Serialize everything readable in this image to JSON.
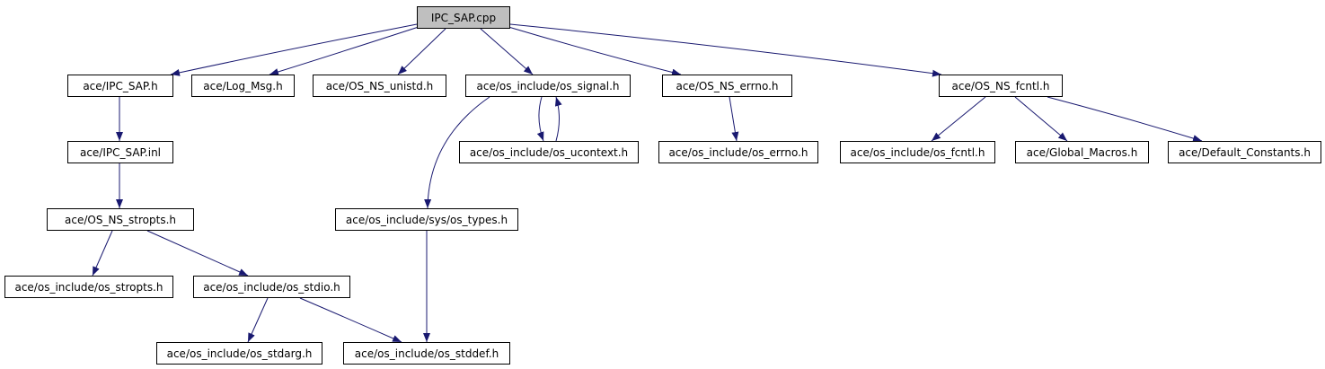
{
  "graph": {
    "root": "IPC_SAP.cpp",
    "nodes": [
      {
        "id": "root",
        "label": "IPC_SAP.cpp",
        "is_root": true
      },
      {
        "id": "n1",
        "label": "ace/IPC_SAP.h"
      },
      {
        "id": "n2",
        "label": "ace/Log_Msg.h"
      },
      {
        "id": "n3",
        "label": "ace/OS_NS_unistd.h"
      },
      {
        "id": "n4",
        "label": "ace/os_include/os_signal.h"
      },
      {
        "id": "n5",
        "label": "ace/OS_NS_errno.h"
      },
      {
        "id": "n6",
        "label": "ace/OS_NS_fcntl.h"
      },
      {
        "id": "n7",
        "label": "ace/IPC_SAP.inl"
      },
      {
        "id": "n8",
        "label": "ace/os_include/os_ucontext.h"
      },
      {
        "id": "n9",
        "label": "ace/os_include/os_errno.h"
      },
      {
        "id": "n10",
        "label": "ace/os_include/os_fcntl.h"
      },
      {
        "id": "n11",
        "label": "ace/Global_Macros.h"
      },
      {
        "id": "n12",
        "label": "ace/Default_Constants.h"
      },
      {
        "id": "n13",
        "label": "ace/OS_NS_stropts.h"
      },
      {
        "id": "n14",
        "label": "ace/os_include/sys/os_types.h"
      },
      {
        "id": "n15",
        "label": "ace/os_include/os_stropts.h"
      },
      {
        "id": "n16",
        "label": "ace/os_include/os_stdio.h"
      },
      {
        "id": "n17",
        "label": "ace/os_include/os_stdarg.h"
      },
      {
        "id": "n18",
        "label": "ace/os_include/os_stddef.h"
      }
    ],
    "edges": [
      {
        "from": "root",
        "to": "n1"
      },
      {
        "from": "root",
        "to": "n2"
      },
      {
        "from": "root",
        "to": "n3"
      },
      {
        "from": "root",
        "to": "n4"
      },
      {
        "from": "root",
        "to": "n5"
      },
      {
        "from": "root",
        "to": "n6"
      },
      {
        "from": "n1",
        "to": "n7"
      },
      {
        "from": "n7",
        "to": "n13"
      },
      {
        "from": "n13",
        "to": "n15"
      },
      {
        "from": "n13",
        "to": "n16"
      },
      {
        "from": "n16",
        "to": "n17"
      },
      {
        "from": "n16",
        "to": "n18"
      },
      {
        "from": "n4",
        "to": "n8"
      },
      {
        "from": "n8",
        "to": "n4"
      },
      {
        "from": "n4",
        "to": "n14"
      },
      {
        "from": "n14",
        "to": "n18"
      },
      {
        "from": "n5",
        "to": "n9"
      },
      {
        "from": "n6",
        "to": "n10"
      },
      {
        "from": "n6",
        "to": "n11"
      },
      {
        "from": "n6",
        "to": "n12"
      }
    ]
  },
  "colors": {
    "edge": "#191970",
    "node_border": "#000000",
    "node_fill": "#ffffff",
    "root_fill": "#bfbfbf"
  }
}
